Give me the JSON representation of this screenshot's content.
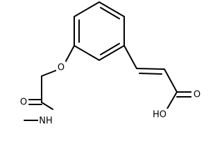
{
  "diagram": {
    "type": "chemical-structure",
    "atom_labels": {
      "ether_oxygen": "O",
      "amide_carbonyl_oxygen": "O",
      "amide_nh": "NH",
      "acid_carbonyl_oxygen": "O",
      "acid_hydroxyl": "HO"
    },
    "colors": {
      "bond": "#000000",
      "label": "#000000",
      "background": "#ffffff"
    }
  }
}
